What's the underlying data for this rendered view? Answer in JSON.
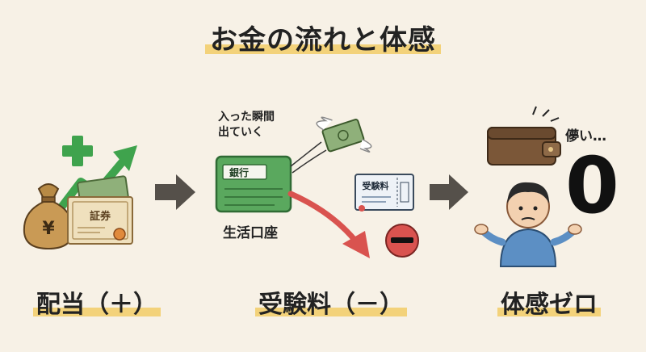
{
  "title": "お金の流れと体感",
  "sections": {
    "dividend": {
      "label": "配当（＋）",
      "plus_mark": "+",
      "yen_mark": "¥",
      "certificate_text": "証券"
    },
    "exam_fee": {
      "label": "受験料（－）",
      "caption_line1": "入った瞬間",
      "caption_line2": "出ていく",
      "bankbook_text": "銀行",
      "account_label": "生活口座",
      "ticket_text": "受験料",
      "minus_mark": "−"
    },
    "felt_zero": {
      "label": "体感ゼロ",
      "fleeting_text": "儚い…",
      "zero_value": "0"
    }
  },
  "colors": {
    "background": "#f7f1e6",
    "highlight": "#f3d27a",
    "plus_green": "#3fa34d",
    "minus_red": "#d9534f",
    "arrow_gray": "#55504a",
    "bankbook_green": "#5aa85e"
  }
}
